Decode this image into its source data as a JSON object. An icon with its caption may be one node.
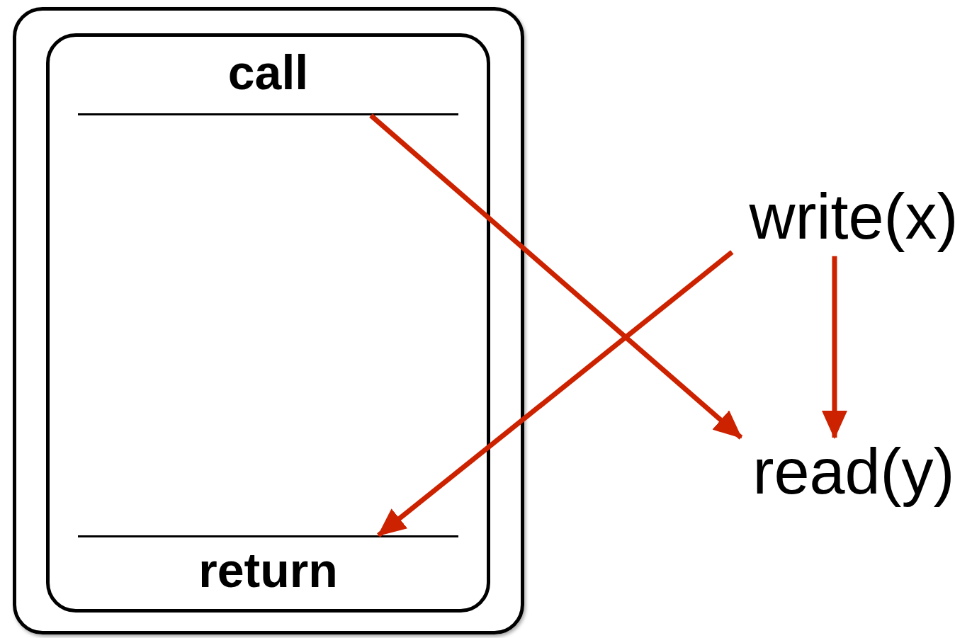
{
  "diagram": {
    "nodes": [
      {
        "text": [],
        "shape": "box"
      },
      {
        "text": [],
        "shape": "box",
        "in": 0
      },
      {
        "text": [
          "call"
        ],
        "in": 1
      },
      {
        "text": [
          "return"
        ],
        "in": 1
      },
      {
        "text": [
          "write(x)"
        ]
      },
      {
        "text": [
          "read(y)"
        ]
      }
    ],
    "edges": [
      {
        "from": 2,
        "to": 5,
        "arrow": "to"
      },
      {
        "from": 4,
        "to": 3,
        "arrow": "to"
      },
      {
        "from": 4,
        "to": 5,
        "arrow": "to"
      }
    ]
  }
}
